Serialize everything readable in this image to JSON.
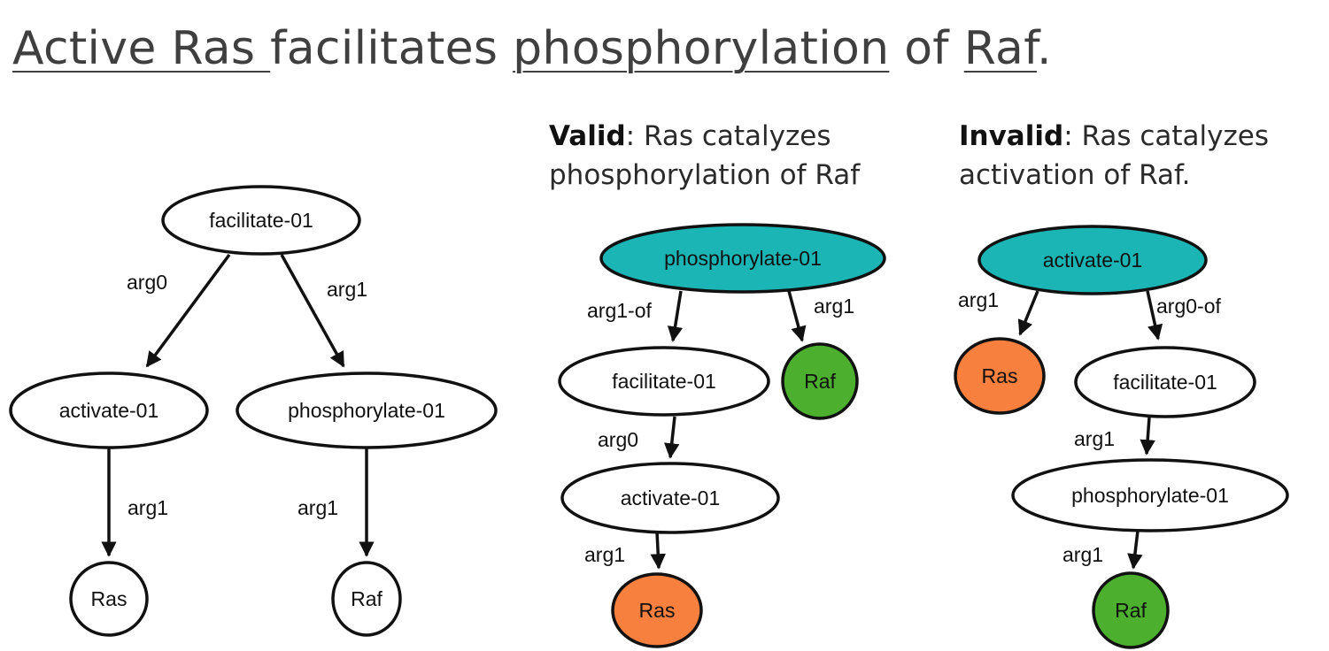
{
  "heading": {
    "part1": "Active Ras ",
    "part2": "facilitates ",
    "part3": "phosphorylation",
    "part4": " of  ",
    "part5": "Raf",
    "part6": "."
  },
  "valid_caption": {
    "bold": "Valid",
    "line1": ": Ras catalyzes",
    "line2": "phosphorylation of Raf"
  },
  "invalid_caption": {
    "bold": "Invalid",
    "line1": ": Ras catalyzes",
    "line2": "activation of Raf."
  },
  "colors": {
    "teal": "#1bb5b5",
    "orange": "#f8803f",
    "green": "#4caf2e",
    "white": "#ffffff"
  },
  "graphs": {
    "left": {
      "nodes": {
        "facilitate": "facilitate-01",
        "activate": "activate-01",
        "phosphorylate": "phosphorylate-01",
        "ras": "Ras",
        "raf": "Raf"
      },
      "edges": {
        "fac_act": "arg0",
        "fac_phos": "arg1",
        "act_ras": "arg1",
        "phos_raf": "arg1"
      }
    },
    "valid": {
      "nodes": {
        "phosphorylate": "phosphorylate-01",
        "facilitate": "facilitate-01",
        "raf": "Raf",
        "activate": "activate-01",
        "ras": "Ras"
      },
      "edges": {
        "phos_fac": "arg1-of",
        "phos_raf": "arg1",
        "fac_act": "arg0",
        "act_ras": "arg1"
      }
    },
    "invalid": {
      "nodes": {
        "activate": "activate-01",
        "ras": "Ras",
        "facilitate": "facilitate-01",
        "phosphorylate": "phosphorylate-01",
        "raf": "Raf"
      },
      "edges": {
        "act_ras": "arg1",
        "act_fac": "arg0-of",
        "fac_phos": "arg1",
        "phos_raf": "arg1"
      }
    }
  }
}
